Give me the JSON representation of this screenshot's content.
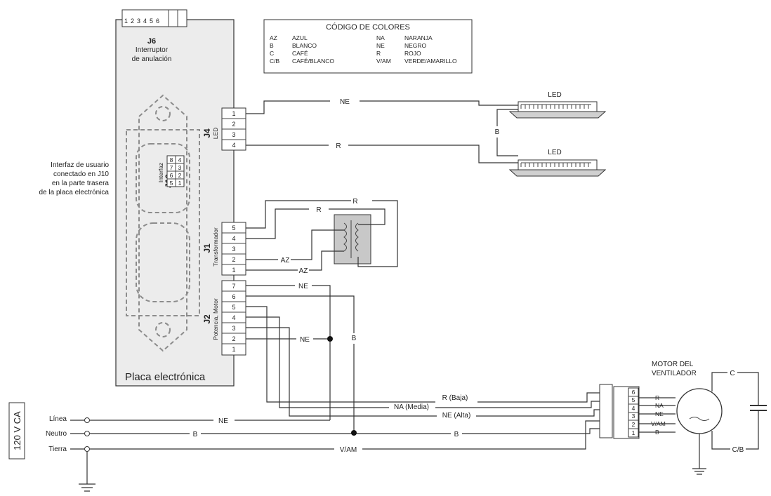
{
  "legend": {
    "title": "CÓDIGO DE COLORES",
    "left": [
      {
        "code": "AZ",
        "name": "AZUL"
      },
      {
        "code": "B",
        "name": "BLANCO"
      },
      {
        "code": "C",
        "name": "CAFÉ"
      },
      {
        "code": "C/B",
        "name": "CAFÉ/BLANCO"
      }
    ],
    "right": [
      {
        "code": "NA",
        "name": "NARANJA"
      },
      {
        "code": "NE",
        "name": "NEGRO"
      },
      {
        "code": "R",
        "name": "ROJO"
      },
      {
        "code": "V/AM",
        "name": "VERDE/AMARILLO"
      }
    ]
  },
  "board": {
    "label": "Placa electrónica",
    "j6": {
      "title": "J6",
      "line1": "Interruptor",
      "line2": "de anulación",
      "pins": [
        "1",
        "2",
        "3",
        "4",
        "5",
        "6"
      ]
    },
    "j4": {
      "title": "J4",
      "sub": "LED",
      "pins": [
        "1",
        "2",
        "3",
        "4"
      ]
    },
    "j10": {
      "title": "J10",
      "sub": "Interfaz",
      "pins": [
        "8",
        "7",
        "6",
        "5",
        "4",
        "3",
        "2",
        "1"
      ]
    },
    "j1": {
      "title": "J1",
      "sub": "Transformador",
      "pins": [
        "5",
        "4",
        "3",
        "2",
        "1"
      ]
    },
    "j2": {
      "title": "J2",
      "sub": "Potencia, Motor",
      "pins": [
        "7",
        "6",
        "5",
        "4",
        "3",
        "2",
        "1"
      ]
    }
  },
  "ui_note": {
    "line1": "Interfaz de usuario",
    "line2": "conectado en J10",
    "line3": "en la parte trasera",
    "line4": "de la placa electrónica"
  },
  "leds": {
    "top": "LED",
    "bottom": "LED"
  },
  "wires": {
    "ne": "NE",
    "r": "R",
    "b": "B",
    "az": "AZ",
    "r_baja": "R (Baja)",
    "na_media": "NA (Media)",
    "ne_alta": "NE (Alta)",
    "vam": "V/AM"
  },
  "motor": {
    "title1": "MOTOR DEL",
    "title2": "VENTILADOR",
    "c": "C",
    "cb": "C/B",
    "pins": [
      "6",
      "5",
      "4",
      "3",
      "2",
      "1"
    ],
    "pin_labels": [
      "R",
      "NA",
      "NE",
      "V/AM",
      "B"
    ]
  },
  "supply": {
    "voltage": "120 V CA",
    "linea": "Línea",
    "neutro": "Neutro",
    "tierra": "Tierra"
  }
}
